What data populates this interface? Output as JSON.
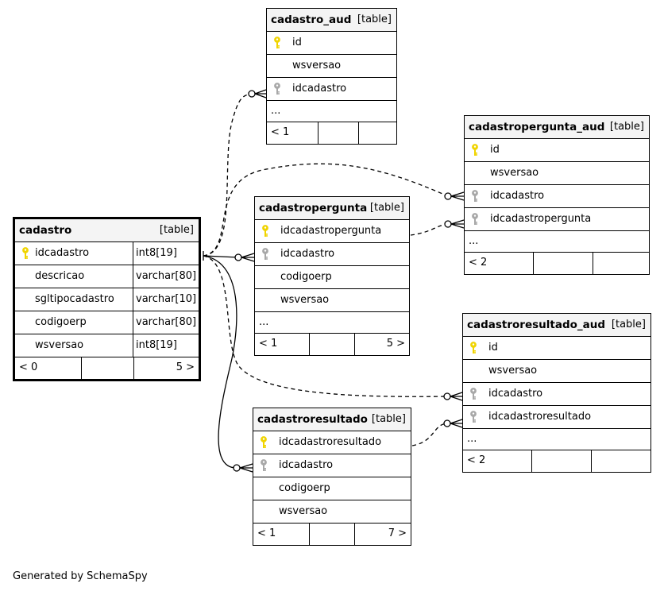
{
  "tables": [
    {
      "id": "cadastro_aud",
      "name": "cadastro_aud",
      "type": "[table]",
      "columns": [
        {
          "name": "id",
          "type": "",
          "key": "pk"
        },
        {
          "name": "wsversao",
          "type": "",
          "key": ""
        },
        {
          "name": "idcadastro",
          "type": "",
          "key": "fk"
        }
      ],
      "has_more": "...",
      "footer": {
        "parents": "< 1",
        "children": ""
      }
    },
    {
      "id": "cadastropergunta_aud",
      "name": "cadastropergunta_aud",
      "type": "[table]",
      "columns": [
        {
          "name": "id",
          "type": "",
          "key": "pk"
        },
        {
          "name": "wsversao",
          "type": "",
          "key": ""
        },
        {
          "name": "idcadastro",
          "type": "",
          "key": "fk"
        },
        {
          "name": "idcadastropergunta",
          "type": "",
          "key": "fk"
        }
      ],
      "has_more": "...",
      "footer": {
        "parents": "< 2",
        "children": ""
      }
    },
    {
      "id": "cadastro",
      "name": "cadastro",
      "type": "[table]",
      "columns": [
        {
          "name": "idcadastro",
          "type": "int8[19]",
          "key": "pk"
        },
        {
          "name": "descricao",
          "type": "varchar[80]",
          "key": ""
        },
        {
          "name": "sgltipocadastro",
          "type": "varchar[10]",
          "key": ""
        },
        {
          "name": "codigoerp",
          "type": "varchar[80]",
          "key": ""
        },
        {
          "name": "wsversao",
          "type": "int8[19]",
          "key": ""
        }
      ],
      "has_more": "",
      "footer": {
        "parents": "< 0",
        "children": "5 >"
      }
    },
    {
      "id": "cadastropergunta",
      "name": "cadastropergunta",
      "type": "[table]",
      "columns": [
        {
          "name": "idcadastropergunta",
          "type": "",
          "key": "pk"
        },
        {
          "name": "idcadastro",
          "type": "",
          "key": "fk"
        },
        {
          "name": "codigoerp",
          "type": "",
          "key": ""
        },
        {
          "name": "wsversao",
          "type": "",
          "key": ""
        }
      ],
      "has_more": "...",
      "footer": {
        "parents": "< 1",
        "children": "5 >"
      }
    },
    {
      "id": "cadastroresultado_aud",
      "name": "cadastroresultado_aud",
      "type": "[table]",
      "columns": [
        {
          "name": "id",
          "type": "",
          "key": "pk"
        },
        {
          "name": "wsversao",
          "type": "",
          "key": ""
        },
        {
          "name": "idcadastro",
          "type": "",
          "key": "fk"
        },
        {
          "name": "idcadastroresultado",
          "type": "",
          "key": "fk"
        }
      ],
      "has_more": "...",
      "footer": {
        "parents": "< 2",
        "children": ""
      }
    },
    {
      "id": "cadastroresultado",
      "name": "cadastroresultado",
      "type": "[table]",
      "columns": [
        {
          "name": "idcadastroresultado",
          "type": "",
          "key": "pk"
        },
        {
          "name": "idcadastro",
          "type": "",
          "key": "fk"
        },
        {
          "name": "codigoerp",
          "type": "",
          "key": ""
        },
        {
          "name": "wsversao",
          "type": "",
          "key": ""
        }
      ],
      "has_more": "",
      "footer": {
        "parents": "< 1",
        "children": "7 >"
      }
    }
  ],
  "relationships": [
    {
      "from": "cadastro.idcadastro",
      "to": "cadastro_aud.idcadastro",
      "style": "dashed"
    },
    {
      "from": "cadastro.idcadastro",
      "to": "cadastropergunta_aud.idcadastro",
      "style": "dashed"
    },
    {
      "from": "cadastro.idcadastro",
      "to": "cadastropergunta.idcadastro",
      "style": "solid"
    },
    {
      "from": "cadastro.idcadastro",
      "to": "cadastroresultado_aud.idcadastro",
      "style": "dashed"
    },
    {
      "from": "cadastro.idcadastro",
      "to": "cadastroresultado.idcadastro",
      "style": "solid"
    },
    {
      "from": "cadastropergunta.idcadastropergunta",
      "to": "cadastropergunta_aud.idcadastropergunta",
      "style": "dashed"
    },
    {
      "from": "cadastroresultado.idcadastroresultado",
      "to": "cadastroresultado_aud.idcadastroresultado",
      "style": "dashed"
    }
  ],
  "colors": {
    "primary_key": "#f0d400",
    "foreign_key": "#a8a8a8",
    "header_bg": "#f4f4f4"
  },
  "icons": {
    "primary_key": "key-icon",
    "foreign_key": "key-icon"
  },
  "generated_by": "Generated by SchemaSpy"
}
